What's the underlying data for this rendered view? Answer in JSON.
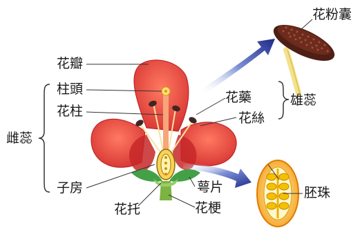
{
  "labels": {
    "petal": "花瓣",
    "stigma": "柱頭",
    "style": "花柱",
    "pistil": "雌蕊",
    "ovary": "子房",
    "receptacle": "花托",
    "pedicel": "花梗",
    "sepal": "萼片",
    "anther": "花藥",
    "filament": "花絲",
    "stamen": "雄蕊",
    "pollen_sac": "花粉囊",
    "ovule": "胚珠"
  },
  "colors": {
    "petal": "#e53935",
    "petal_dark": "#b71c1c",
    "ovary": "#f9d25a",
    "sepal": "#43a047",
    "stem": "#7cb342",
    "anther": "#3e2723",
    "arrow": "#1e2a8a",
    "leader": "#333333"
  },
  "icons": [
    "blue-arrow-icon"
  ]
}
